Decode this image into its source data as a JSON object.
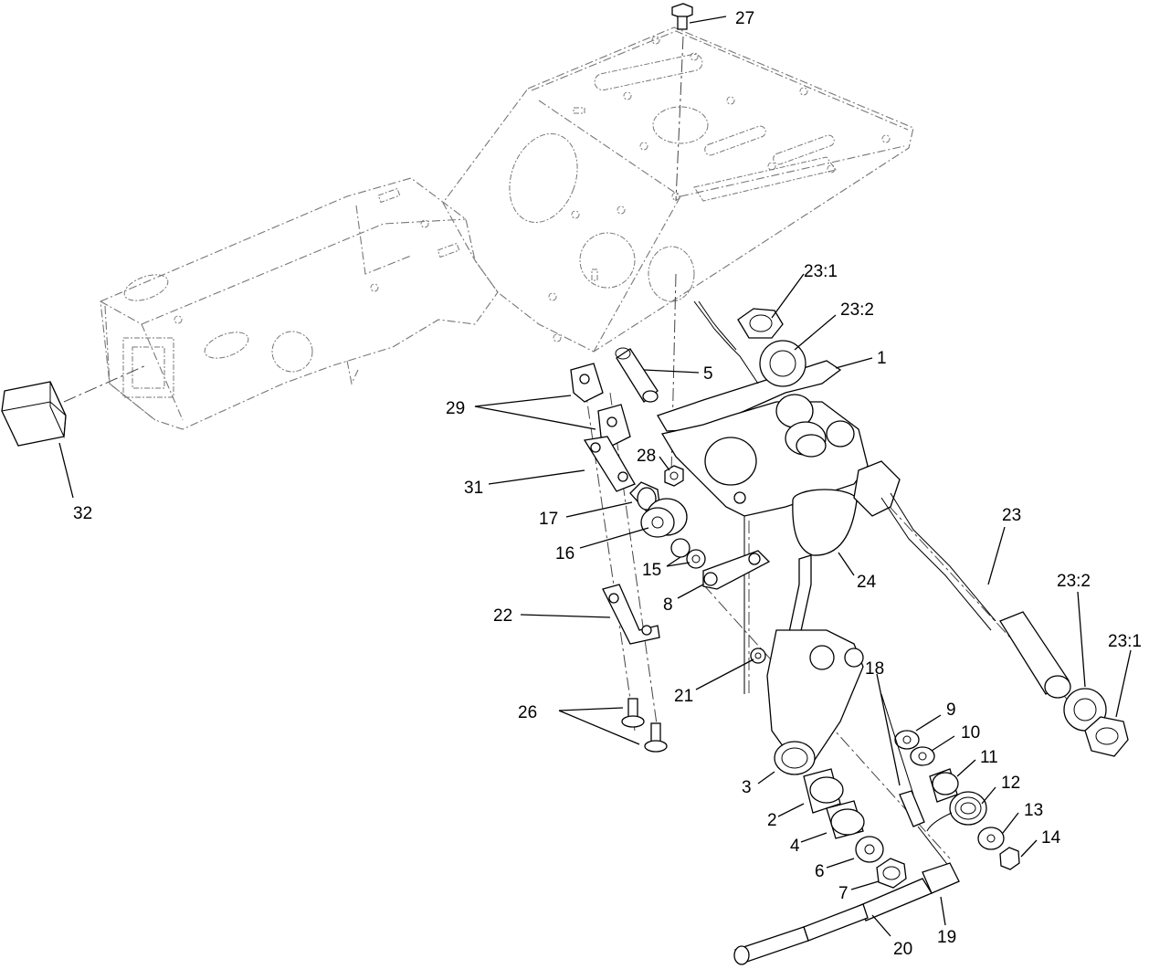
{
  "diagram": {
    "callouts": {
      "c1": "1",
      "c2": "2",
      "c3": "3",
      "c4": "4",
      "c5": "5",
      "c6": "6",
      "c7": "7",
      "c8": "8",
      "c9": "9",
      "c10": "10",
      "c11": "11",
      "c12": "12",
      "c13": "13",
      "c14": "14",
      "c15": "15",
      "c16": "16",
      "c17": "17",
      "c18": "18",
      "c19": "19",
      "c20": "20",
      "c21": "21",
      "c22": "22",
      "c23": "23",
      "c23_1_top": "23:1",
      "c23_2_top": "23:2",
      "c23_2_right": "23:2",
      "c23_1_right": "23:1",
      "c24": "24",
      "c26": "26",
      "c27": "27",
      "c28": "28",
      "c29": "29",
      "c31": "31",
      "c32": "32"
    }
  }
}
